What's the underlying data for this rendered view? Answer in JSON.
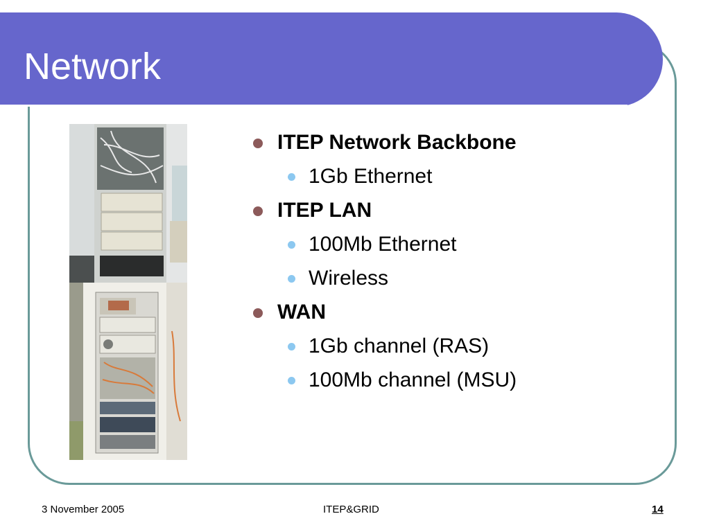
{
  "slide": {
    "title": "Network",
    "bullets": [
      {
        "text": "ITEP Network Backbone",
        "level": 1
      },
      {
        "text": "1Gb Ethernet",
        "level": 2
      },
      {
        "text": "ITEP LAN",
        "level": 1
      },
      {
        "text": "100Mb Ethernet",
        "level": 2
      },
      {
        "text": "Wireless",
        "level": 2
      },
      {
        "text": "WAN",
        "level": 1
      },
      {
        "text": "1Gb channel (RAS)",
        "level": 2
      },
      {
        "text": "100Mb channel (MSU)",
        "level": 2
      }
    ],
    "footer": {
      "date": "3 November 2005",
      "center": "ITEP&GRID",
      "page": "14"
    }
  },
  "colors": {
    "title_bar": "#6666cc",
    "frame_border": "#6a9a99",
    "level1_bullet": "#8c5a5a",
    "level2_bullet": "#8cc8f0"
  },
  "images": [
    "network-rack-photo-top",
    "network-rack-photo-bottom"
  ]
}
